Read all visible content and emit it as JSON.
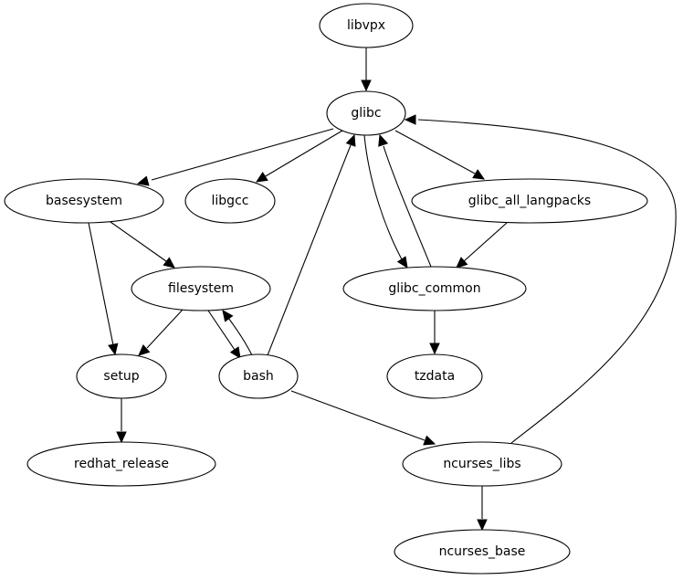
{
  "diagram": {
    "type": "directed-graph",
    "nodes": [
      {
        "id": "libvpx",
        "label": "libvpx"
      },
      {
        "id": "glibc",
        "label": "glibc"
      },
      {
        "id": "basesystem",
        "label": "basesystem"
      },
      {
        "id": "libgcc",
        "label": "libgcc"
      },
      {
        "id": "glibc_all_langpacks",
        "label": "glibc_all_langpacks"
      },
      {
        "id": "filesystem",
        "label": "filesystem"
      },
      {
        "id": "glibc_common",
        "label": "glibc_common"
      },
      {
        "id": "setup",
        "label": "setup"
      },
      {
        "id": "bash",
        "label": "bash"
      },
      {
        "id": "tzdata",
        "label": "tzdata"
      },
      {
        "id": "redhat_release",
        "label": "redhat_release"
      },
      {
        "id": "ncurses_libs",
        "label": "ncurses_libs"
      },
      {
        "id": "ncurses_base",
        "label": "ncurses_base"
      }
    ],
    "edges": [
      {
        "from": "libvpx",
        "to": "glibc"
      },
      {
        "from": "glibc",
        "to": "basesystem"
      },
      {
        "from": "glibc",
        "to": "libgcc"
      },
      {
        "from": "glibc",
        "to": "glibc_all_langpacks"
      },
      {
        "from": "glibc",
        "to": "glibc_common"
      },
      {
        "from": "glibc_common",
        "to": "glibc"
      },
      {
        "from": "glibc_all_langpacks",
        "to": "glibc_common"
      },
      {
        "from": "glibc_common",
        "to": "tzdata"
      },
      {
        "from": "basesystem",
        "to": "filesystem"
      },
      {
        "from": "basesystem",
        "to": "setup"
      },
      {
        "from": "filesystem",
        "to": "setup"
      },
      {
        "from": "filesystem",
        "to": "bash"
      },
      {
        "from": "bash",
        "to": "filesystem"
      },
      {
        "from": "bash",
        "to": "glibc"
      },
      {
        "from": "bash",
        "to": "ncurses_libs"
      },
      {
        "from": "ncurses_libs",
        "to": "glibc"
      },
      {
        "from": "setup",
        "to": "redhat_release"
      },
      {
        "from": "ncurses_libs",
        "to": "ncurses_base"
      }
    ]
  }
}
